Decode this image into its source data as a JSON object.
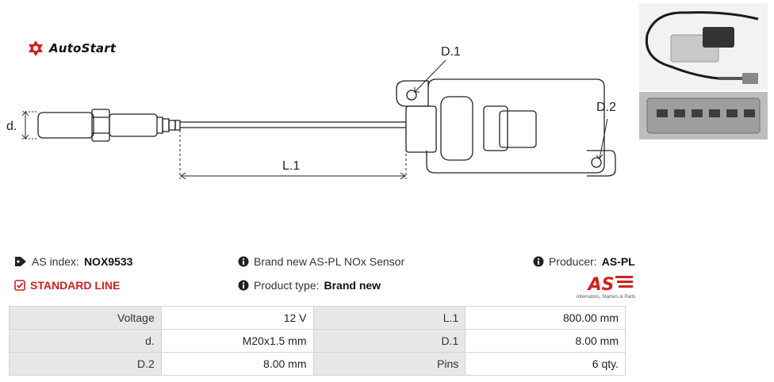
{
  "brand": {
    "name": "AutoStart"
  },
  "diagram": {
    "labels": {
      "d": "d.",
      "l1": "L.1",
      "d1": "D.1",
      "d2": "D.2"
    }
  },
  "info": {
    "as_index_label": "AS index:",
    "as_index_value": "NOX9533",
    "line": "STANDARD LINE",
    "description": "Brand new AS-PL NOx Sensor",
    "product_type_label": "Product type:",
    "product_type_value": "Brand new",
    "producer_label": "Producer:",
    "producer_value": "AS-PL"
  },
  "producer_logo": {
    "mark": "AS",
    "tagline": "Alternators, Starters & Parts"
  },
  "specs": [
    {
      "label1": "Voltage",
      "value1": "12 V",
      "label2": "L.1",
      "value2": "800.00 mm"
    },
    {
      "label1": "d.",
      "value1": "M20x1.5 mm",
      "label2": "D.1",
      "value2": "8.00 mm"
    },
    {
      "label1": "D.2",
      "value1": "8.00 mm",
      "label2": "Pins",
      "value2": "6 qty."
    }
  ],
  "colors": {
    "accent_red": "#d21f1f",
    "label_bg": "#e7e7e7",
    "border": "#d4d4d4"
  }
}
